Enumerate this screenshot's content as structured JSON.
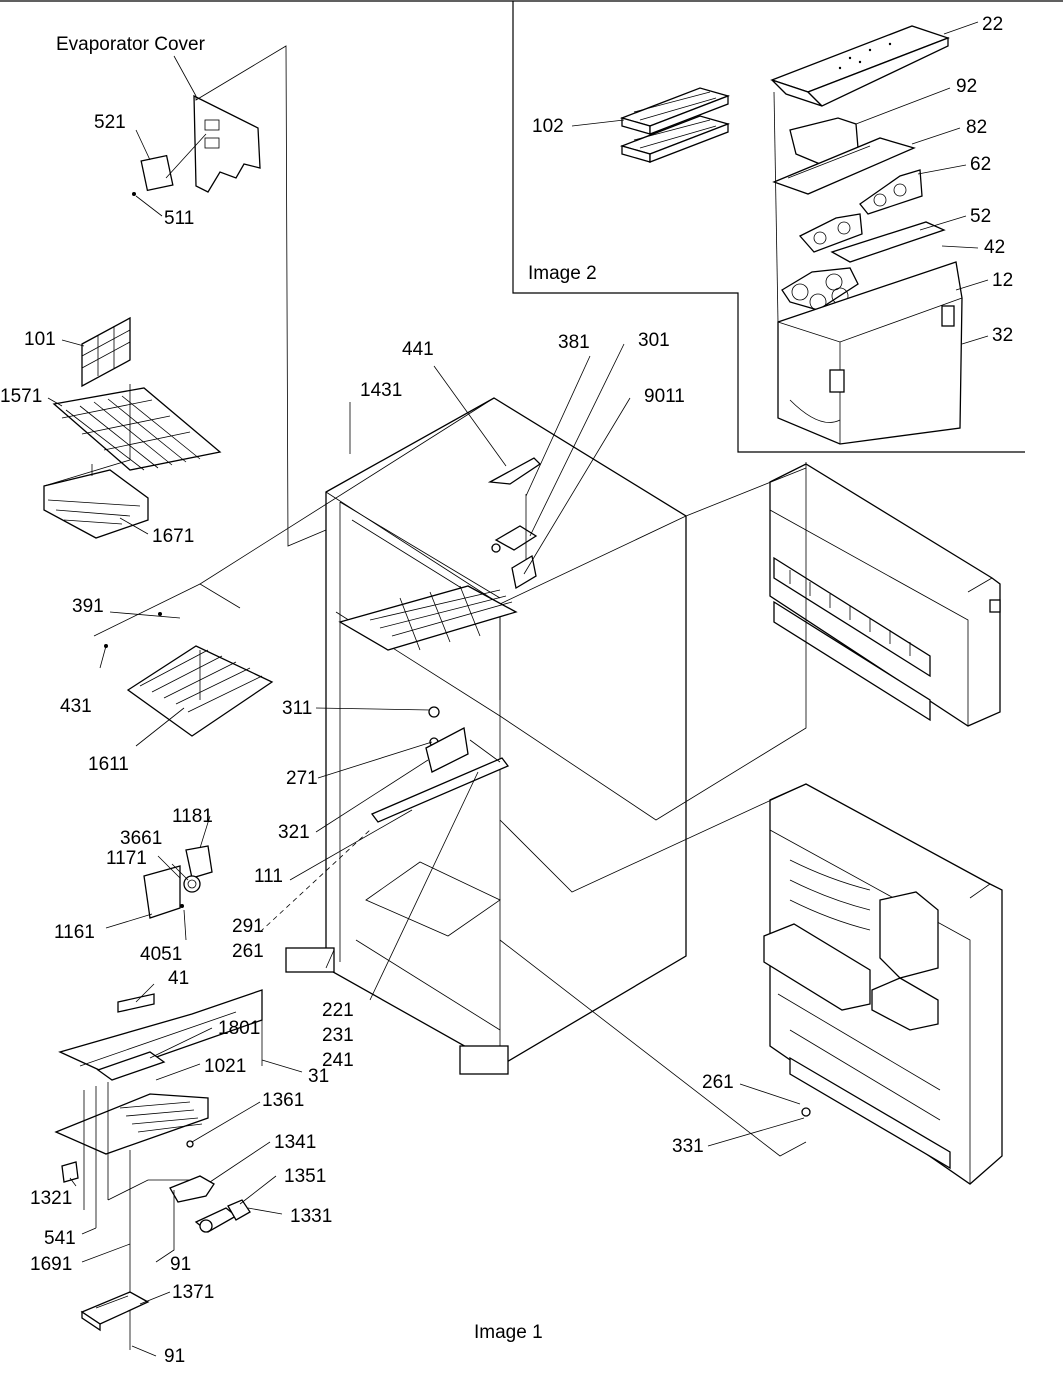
{
  "captions": {
    "evaporator_cover": "Evaporator Cover",
    "image1": "Image 1",
    "image2": "Image 2"
  },
  "labels": {
    "l22": "22",
    "l92": "92",
    "l82": "82",
    "l62": "62",
    "l52": "52",
    "l42": "42",
    "l12": "12",
    "l32": "32",
    "l102": "102",
    "l521": "521",
    "l511": "511",
    "l101": "101",
    "l1571": "1571",
    "l1671": "1671",
    "l391": "391",
    "l431": "431",
    "l1611": "1611",
    "l1431": "1431",
    "l441": "441",
    "l381": "381",
    "l301": "301",
    "l9011": "9011",
    "l311": "311",
    "l271": "271",
    "l321": "321",
    "l111": "111",
    "l291": "291",
    "l261a": "261",
    "l221": "221",
    "l231": "231",
    "l241": "241",
    "l1181": "1181",
    "l3661": "3661",
    "l1171": "1171",
    "l1161": "1161",
    "l4051": "4051",
    "l41": "41",
    "l1801": "1801",
    "l1021": "1021",
    "l31": "31",
    "l1361": "1361",
    "l1341": "1341",
    "l1351": "1351",
    "l1331": "1331",
    "l1321": "1321",
    "l541": "541",
    "l1691": "1691",
    "l91a": "91",
    "l1371": "1371",
    "l91b": "91",
    "l261b": "261",
    "l331": "331"
  }
}
